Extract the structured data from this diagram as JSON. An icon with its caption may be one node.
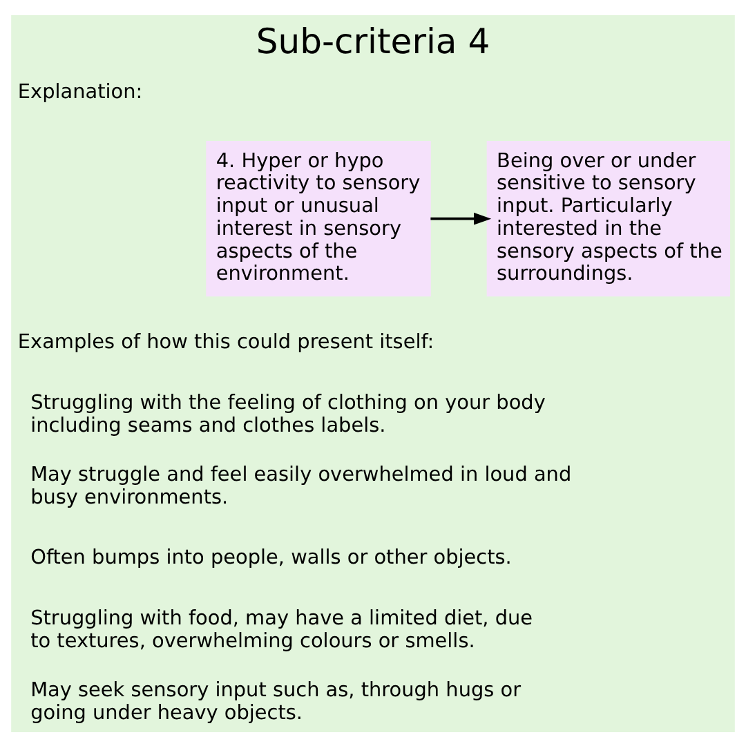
{
  "diagram": {
    "title": "Sub-criteria 4",
    "nodes": [
      {
        "text": [
          "4. Hyper or hypo reactivity to sensory input or unusual interest in sensory aspects of the environment."
        ]
      },
      {
        "text": [
          "Being over or under sensitive to sensory input. Particularly interested in the sensory aspects of the surroundings."
        ]
      }
    ],
    "edges": [
      {
        "from": 0,
        "to": 1,
        "arrow": "to"
      }
    ],
    "labels": [
      "Explanation:",
      "Examples of how this could present itself:",
      "Struggling with the feeling of clothing on your body including seams and clothes labels.",
      "May struggle and feel easily overwhelmed in loud and busy environments.",
      "Often bumps into people, walls or other objects.",
      "Struggling with food, may have a limited diet, due to textures, overwhelming colours or smells.",
      "May seek sensory input such as, through hugs or going under heavy objects."
    ]
  }
}
